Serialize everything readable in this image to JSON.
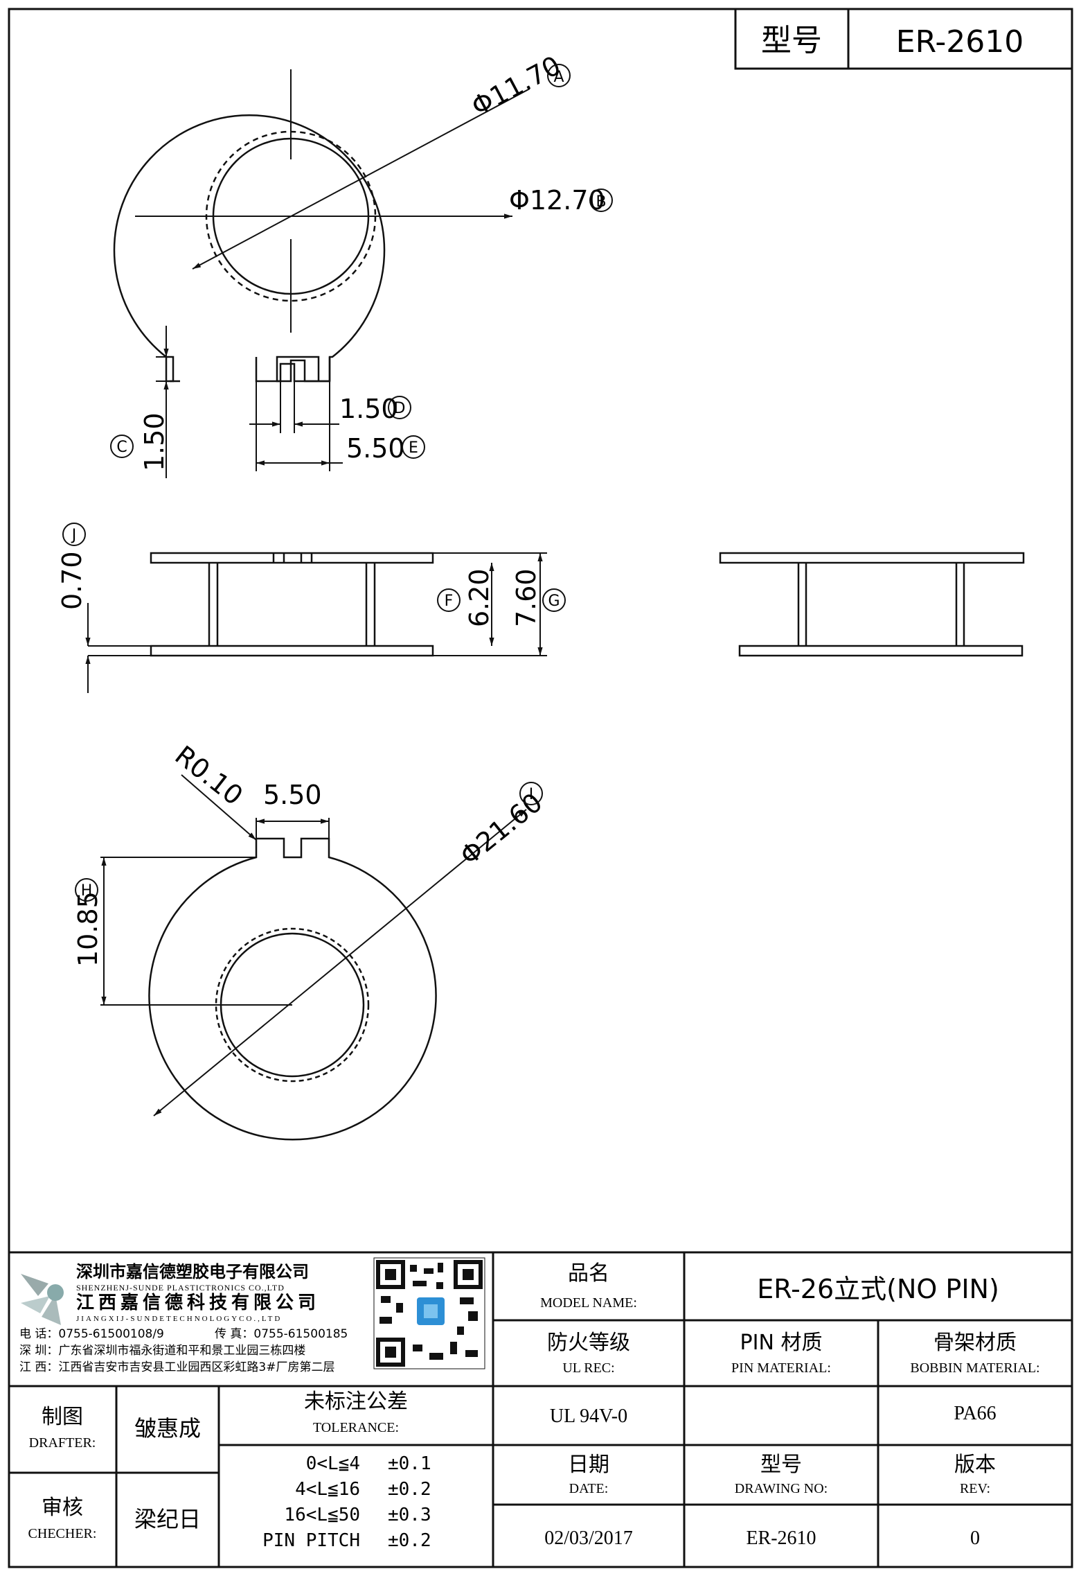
{
  "title_block": {
    "model_label": "型号",
    "model_value": "ER-2610"
  },
  "dimensions": {
    "A": {
      "value": "Φ11.70",
      "tag": "A"
    },
    "B": {
      "value": "Φ12.70",
      "tag": "B"
    },
    "C": {
      "value": "1.50",
      "tag": "C"
    },
    "D": {
      "value": "1.50",
      "tag": "D"
    },
    "E": {
      "value": "5.50",
      "tag": "E"
    },
    "J": {
      "value": "0.70",
      "tag": "J"
    },
    "F": {
      "value": "6.20",
      "tag": "F"
    },
    "G": {
      "value": "7.60",
      "tag": "G"
    },
    "R": {
      "value": "R0.10"
    },
    "slot": {
      "value": "5.50"
    },
    "I": {
      "value": "Φ21.60",
      "tag": "I"
    },
    "H": {
      "value": "10.85",
      "tag": "H"
    }
  },
  "company": {
    "name_cn": "深圳市嘉信德塑胶电子有限公司",
    "name_en": "SHENZHENJ-SUNDE PLASTICTRONICS CO.,LTD",
    "name2_cn": "江西嘉信德科技有限公司",
    "name2_en": "JIANGXIJ-SUNDETECHNOLOGYCO.,LTD",
    "phone": "电 话：0755-61500108/9",
    "fax": "传 真：0755-61500185",
    "addr1": "深 圳：广东省深圳市福永街道和平和景工业园三栋四楼",
    "addr2": "江 西：江西省吉安市吉安县工业园西区彩虹路3#厂房第二层"
  },
  "table": {
    "model_name_cn": "品名",
    "model_name_en": "MODEL NAME:",
    "model_name_value": "ER-26立式(NO PIN)",
    "ul_cn": "防火等级",
    "ul_en": "UL REC:",
    "pin_cn": "PIN 材质",
    "pin_en": "PIN MATERIAL:",
    "bobbin_cn": "骨架材质",
    "bobbin_en": "BOBBIN MATERIAL:",
    "ul_value": "UL 94V-0",
    "pin_value": "",
    "bobbin_value": "PA66",
    "drafter_cn": "制图",
    "drafter_en": "DRAFTER:",
    "drafter_value": "皱惠成",
    "tolerance_cn": "未标注公差",
    "tolerance_en": "TOLERANCE:",
    "tolerances": [
      {
        "range": "0<L≦4",
        "tol": "±0.1"
      },
      {
        "range": "4<L≦16",
        "tol": "±0.2"
      },
      {
        "range": "16<L≦50",
        "tol": "±0.3"
      },
      {
        "range": "PIN PITCH",
        "tol": "±0.2"
      }
    ],
    "checker_cn": "审核",
    "checker_en": "CHECHER:",
    "checker_value": "梁纪日",
    "date_cn": "日期",
    "date_en": "DATE:",
    "date_value": "02/03/2017",
    "drawing_no_cn": "型号",
    "drawing_no_en": "DRAWING NO:",
    "drawing_no_value": "ER-2610",
    "rev_cn": "版本",
    "rev_en": "REV:",
    "rev_value": "0"
  }
}
